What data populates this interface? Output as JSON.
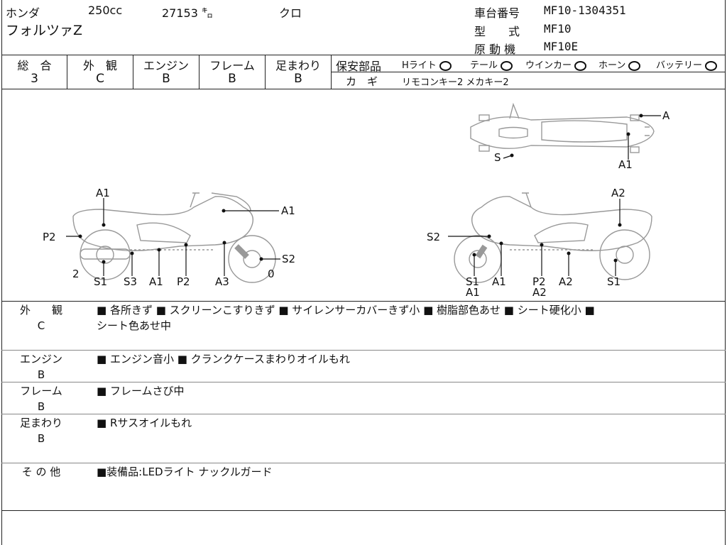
{
  "header": {
    "maker": "ホンダ",
    "displacement": "250cc",
    "mileage": "27153 ㌔",
    "color": "クロ",
    "model_name": "フォルツァZ",
    "frame_number_label": "車台番号",
    "frame_number": "MF10-1304351",
    "type_label": "型　　式",
    "type_value": "MF10",
    "engine_label": "原 動 機",
    "engine_value": "MF10E"
  },
  "grades": [
    {
      "label": "総　合",
      "value": "3"
    },
    {
      "label": "外　観",
      "value": "C"
    },
    {
      "label": "エンジン",
      "value": "B"
    },
    {
      "label": "フレーム",
      "value": "B"
    },
    {
      "label": "足まわり",
      "value": "B"
    }
  ],
  "safety": {
    "label": "保安部品",
    "items": [
      {
        "label": "Hライト",
        "mark": "○"
      },
      {
        "label": "テール",
        "mark": "○"
      },
      {
        "label": "ウインカー",
        "mark": "○"
      },
      {
        "label": "ホーン",
        "mark": "○"
      },
      {
        "label": "バッテリー",
        "mark": "○"
      }
    ],
    "key_label": "カ　ギ",
    "key_value": "リモコンキー2 メカキー2"
  },
  "diagram_labels": {
    "top_A": "A",
    "top_S": "S",
    "top_A1": "A1",
    "left_A1_top": "A1",
    "left_A1_right": "A1",
    "left_P2": "P2",
    "left_S2": "S2",
    "left_2": "2",
    "left_0": "0",
    "left_S1": "S1",
    "left_S3": "S3",
    "left_A1_bottom": "A1",
    "left_P2_bottom": "P2",
    "left_A3": "A3",
    "right_A2_top": "A2",
    "right_S2": "S2",
    "right_S1": "S1",
    "right_A1_sub": "A1",
    "right_A1": "A1",
    "right_P2": "P2",
    "right_A2_sub": "A2",
    "right_A2": "A2",
    "right_S1_rear": "S1"
  },
  "details": [
    {
      "category": "外　　観",
      "grade": "C",
      "lines": [
        "■ 各所きず ■ スクリーンこすりきず ■ サイレンサーカバーきず小 ■ 樹脂部色あせ ■ シート硬化小 ■",
        "シート色あせ中"
      ]
    },
    {
      "category": "エンジン",
      "grade": "B",
      "lines": [
        "■ エンジン音小 ■ クランクケースまわりオイルもれ"
      ]
    },
    {
      "category": "フレーム",
      "grade": "B",
      "lines": [
        "■ フレームさび中"
      ]
    },
    {
      "category": "足まわり",
      "grade": "B",
      "lines": [
        "■ Rサスオイルもれ"
      ]
    },
    {
      "category": "そ の 他",
      "grade": "",
      "lines": [
        "■装備品:LEDライト ナックルガード"
      ]
    }
  ]
}
